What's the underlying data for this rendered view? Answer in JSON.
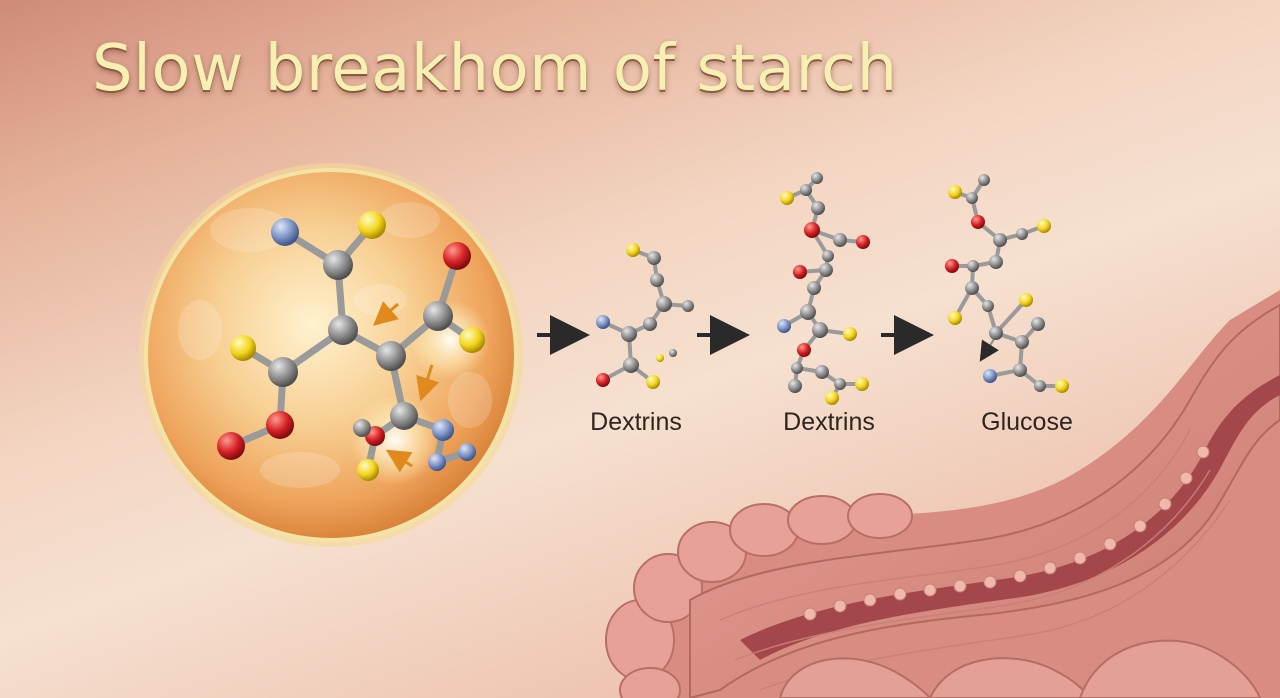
{
  "title": "Slow breakhom of starch",
  "stages": [
    {
      "label": "Dextrins"
    },
    {
      "label": "Dextrins"
    },
    {
      "label": "Glucose"
    }
  ],
  "colors": {
    "title": "#f8efb2",
    "carbon": "#8f8f8f",
    "oxygen": "#d8262a",
    "sulfur": "#f2d21c",
    "nitrogen": "#7d93c4",
    "intestine": "#dd9488",
    "arrow": "#2a2a2a"
  },
  "icons": {
    "granule": "starch-granule-icon",
    "arrow": "arrow-right-icon",
    "intestine": "intestine-illustration"
  }
}
